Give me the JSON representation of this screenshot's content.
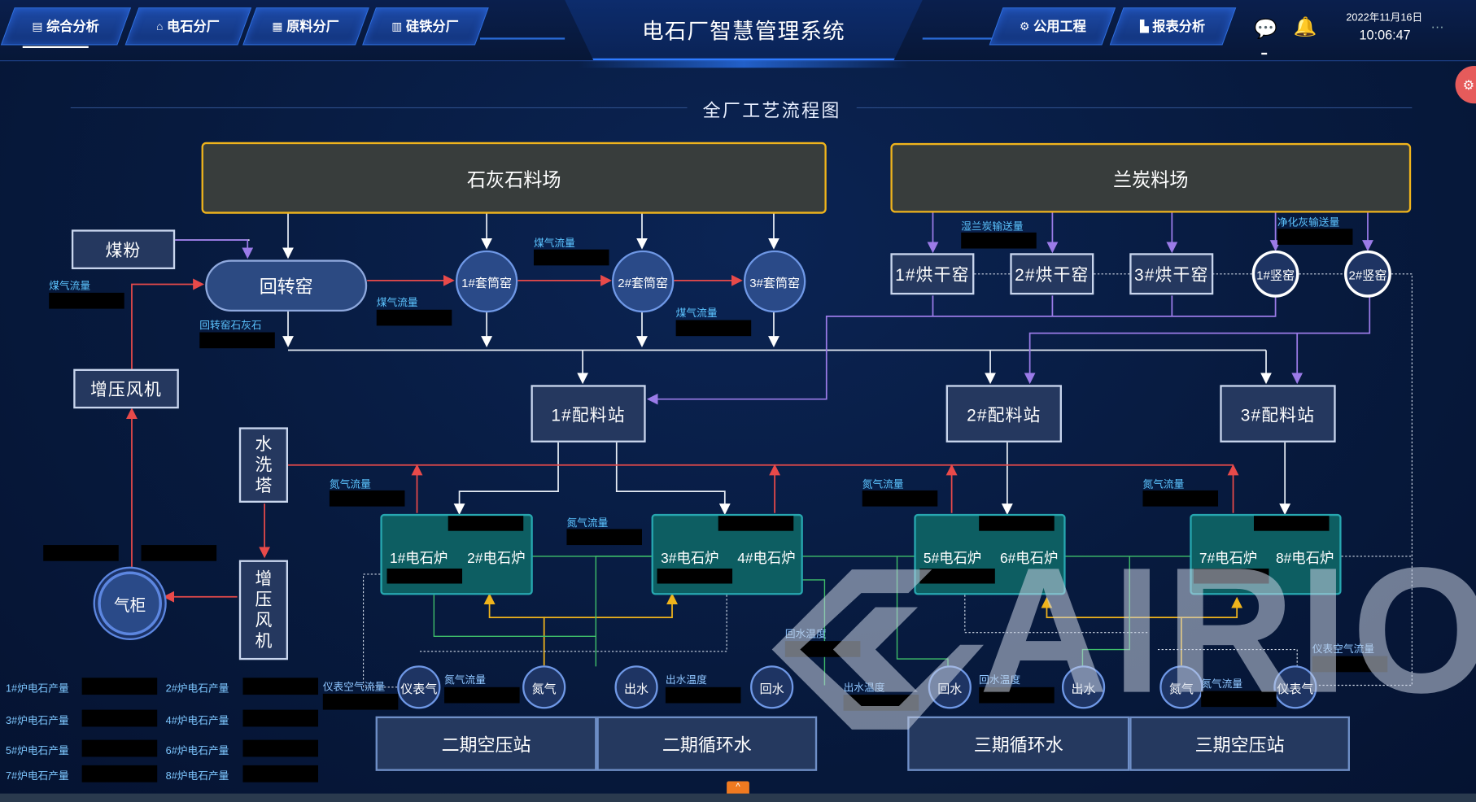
{
  "header": {
    "title": "电石厂智慧管理系统",
    "nav_left": [
      "综合分析",
      "电石分厂",
      "原料分厂",
      "硅铁分厂"
    ],
    "nav_right": [
      "公用工程",
      "报表分析"
    ],
    "date": "2022年11月16日",
    "time": "10:06:47"
  },
  "section_title": "全厂工艺流程图",
  "yards": {
    "limestone": "石灰石料场",
    "lan_coal": "兰炭料场"
  },
  "equipment": {
    "coal_powder": "煤粉",
    "rotary_kiln": "回转窑",
    "sleeve_kilns": [
      "1#套筒窑",
      "2#套筒窑",
      "3#套筒窑"
    ],
    "dryers": [
      "1#烘干窑",
      "2#烘干窑",
      "3#烘干窑"
    ],
    "shaft_kilns": [
      "1#竖窑",
      "2#竖窑"
    ],
    "booster_fan_top": "增压风机",
    "wash_tower": [
      "水",
      "洗",
      "塔"
    ],
    "booster_fan_vertical": [
      "增",
      "压",
      "风",
      "机"
    ],
    "gas_holder": "气柜",
    "batching": [
      "1#配料站",
      "2#配料站",
      "3#配料站"
    ],
    "furnaces": [
      [
        "1#电石炉",
        "2#电石炉"
      ],
      [
        "3#电石炉",
        "4#电石炉"
      ],
      [
        "5#电石炉",
        "6#电石炉"
      ],
      [
        "7#电石炉",
        "8#电石炉"
      ]
    ],
    "utilities_left": [
      "仪表气",
      "氮气",
      "出水",
      "回水"
    ],
    "utilities_right": [
      "回水",
      "出水",
      "氮气",
      "仪表气"
    ],
    "stations": [
      "二期空压站",
      "二期循环水",
      "三期循环水",
      "三期空压站"
    ]
  },
  "labels": {
    "gas_flow": "煤气流量",
    "rotary_lime": "回转窑石灰石",
    "wet_lan": "湿兰炭输送量",
    "clean_ash": "净化灰输送量",
    "n2_flow": "氮气流量",
    "inst_air_flow": "仪表空气流量",
    "out_temp": "出水温度",
    "ret_temp": "回水温度",
    "inst_air_flow2": "仪表空气流量"
  },
  "production": [
    [
      "1#炉电石产量",
      "2#炉电石产量"
    ],
    [
      "3#炉电石产量",
      "4#炉电石产量"
    ],
    [
      "5#炉电石产量",
      "6#炉电石产量"
    ],
    [
      "7#炉电石产量",
      "8#炉电石产量"
    ]
  ],
  "watermark": "AIRIOT",
  "colors": {
    "accent": "#2f6fe0",
    "yard_border": "#f0b41c",
    "arrow_red": "#e84a4a",
    "arrow_purple": "#9b7be8",
    "arrow_yellow": "#f0b41c",
    "arrow_green": "#3fbf6a"
  }
}
